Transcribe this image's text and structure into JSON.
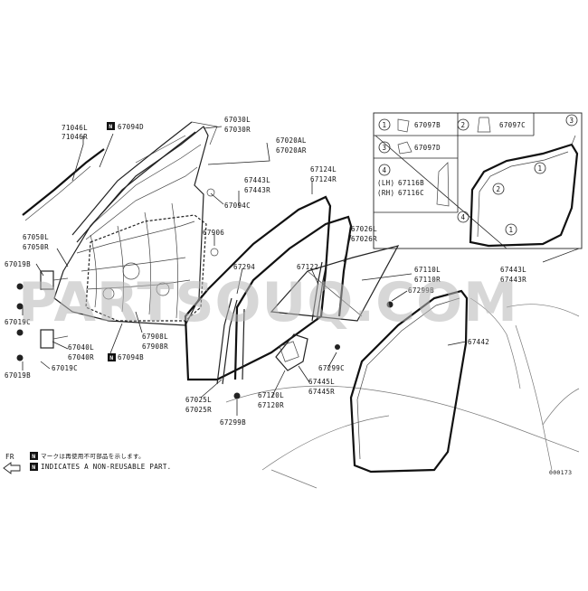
{
  "diagram": {
    "watermark": "PARTSOUQ.COM",
    "diagram_code": "000173",
    "direction_label": "FR",
    "non_reusable_marker": "N",
    "notes": {
      "japanese": "マークは再使用不可部品を示します。",
      "english": "INDICATES A NON-REUSABLE PART."
    },
    "labels": {
      "p71046": [
        "71046L",
        "71046R"
      ],
      "p67094D": "67094D",
      "p67030": [
        "67030L",
        "67030R"
      ],
      "p67020": [
        "67020AL",
        "67020AR"
      ],
      "p67443_left": [
        "67443L",
        "67443R"
      ],
      "p67124": [
        "67124L",
        "67124R"
      ],
      "p67094C": "67094C",
      "p67906": "67906",
      "p67026": [
        "67026L",
        "67026R"
      ],
      "p67050": [
        "67050L",
        "67050R"
      ],
      "p67019B_top": "67019B",
      "p67294": "67294",
      "p67122": "67122",
      "p67110": [
        "67110L",
        "67110R"
      ],
      "p67299B_right": "67299B",
      "p67019C_left": "67019C",
      "p67908": [
        "67908L",
        "67908R"
      ],
      "p67040": [
        "67040L",
        "67040R"
      ],
      "p67094B": "67094B",
      "p67019C_bottom": "67019C",
      "p67019B_bottom": "67019B",
      "p67442": "67442",
      "p67299C": "67299C",
      "p67445": [
        "67445L",
        "67445R"
      ],
      "p67025": [
        "67025L",
        "67025R"
      ],
      "p67120": [
        "67120L",
        "67120R"
      ],
      "p67299B_bottom": "67299B",
      "p67443_right": [
        "67443L",
        "67443R"
      ]
    },
    "inset": {
      "legend": [
        {
          "callout": "1",
          "part": "67097B"
        },
        {
          "callout": "2",
          "part": "67097C"
        },
        {
          "callout": "3",
          "part": "67097D"
        },
        {
          "callout": "4",
          "lh_prefix": "(LH)",
          "lh_part": "67116B",
          "rh_prefix": "(RH)",
          "rh_part": "67116C"
        }
      ],
      "callouts_on_seal": [
        "1",
        "1",
        "2",
        "3",
        "4"
      ]
    }
  }
}
